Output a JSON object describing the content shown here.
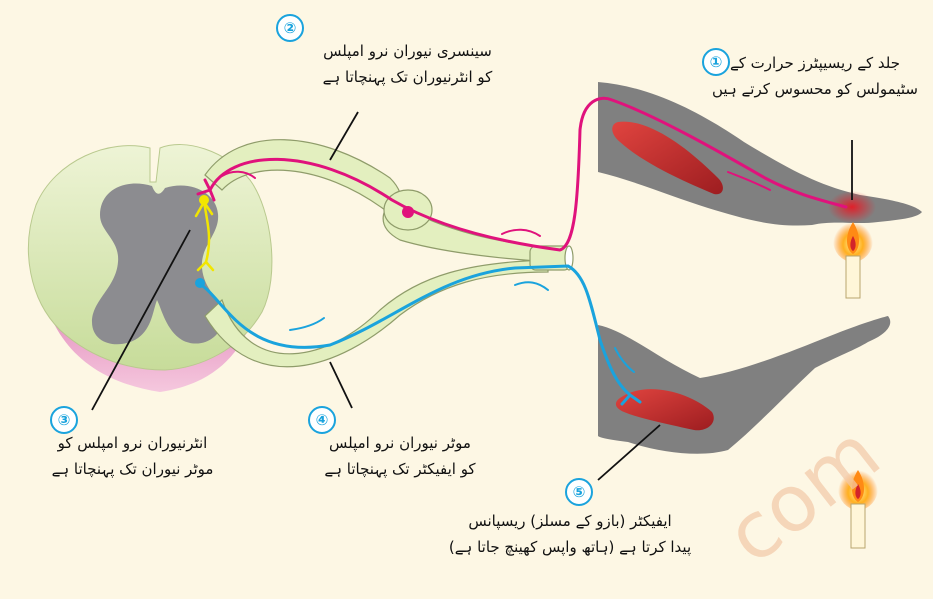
{
  "steps": [
    {
      "number": "①",
      "lines": [
        "جلد کے ریسیپٹرز حرارت کے",
        "سٹیمولس کو محسوس کرتے ہیں"
      ]
    },
    {
      "number": "②",
      "lines": [
        "سینسری نیوران نرو امپلس",
        "کو انٹرنیوران تک پہنچاتا ہے"
      ]
    },
    {
      "number": "③",
      "lines": [
        "انٹرنیوران نرو امپلس کو",
        "موٹر نیوران تک پہنچاتا ہے"
      ]
    },
    {
      "number": "④",
      "lines": [
        "موٹر نیوران نرو امپلس",
        "کو ایفیکٹر تک پہنچاتا ہے"
      ]
    },
    {
      "number": "⑤",
      "lines": [
        "ایفیکٹر (بازو کے مسلز) ریسپانس",
        "پیدا کرتا ہے (ہاتھ واپس کھینچ جاتا ہے)"
      ]
    }
  ],
  "watermark": "com",
  "colors": {
    "background": "#fdf7e4",
    "sensory_neuron": "#e0127c",
    "motor_neuron": "#1aa3dd",
    "interneuron": "#f2e600",
    "arm": "#808080",
    "muscle": "#c8282d",
    "grey_matter": "#8c8c90",
    "white_matter": "#dde9c0",
    "nerve_sheath": "#e3efbf"
  }
}
